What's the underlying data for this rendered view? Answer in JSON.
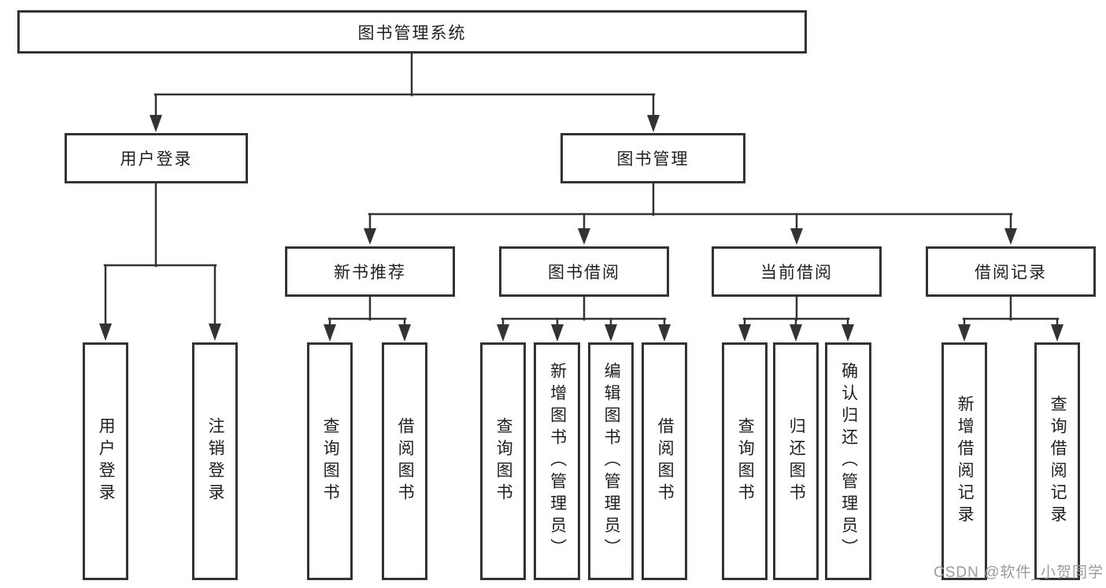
{
  "tree": {
    "label": "图书管理系统",
    "children": [
      {
        "label": "用户登录",
        "children": [
          {
            "label": "用户登录"
          },
          {
            "label": "注销登录"
          }
        ]
      },
      {
        "label": "图书管理",
        "children": [
          {
            "label": "新书推荐",
            "children": [
              {
                "label": "查询图书"
              },
              {
                "label": "借阅图书"
              }
            ]
          },
          {
            "label": "图书借阅",
            "children": [
              {
                "label": "查询图书"
              },
              {
                "label": "新增图书（管理员）"
              },
              {
                "label": "编辑图书（管理员）"
              },
              {
                "label": "借阅图书"
              }
            ]
          },
          {
            "label": "当前借阅",
            "children": [
              {
                "label": "查询图书"
              },
              {
                "label": "归还图书"
              },
              {
                "label": "确认归还（管理员）"
              }
            ]
          },
          {
            "label": "借阅记录",
            "children": [
              {
                "label": "新增借阅记录"
              },
              {
                "label": "查询借阅记录"
              }
            ]
          }
        ]
      }
    ]
  },
  "watermark": {
    "text": "CSDN @软件_小贺同学"
  },
  "colors": {
    "line": "#333333",
    "box_border": "#333333",
    "text": "#1f1f1f",
    "box_background": "#ffffff",
    "page_background": "#ffffff",
    "watermark": "#9b9b9b"
  }
}
